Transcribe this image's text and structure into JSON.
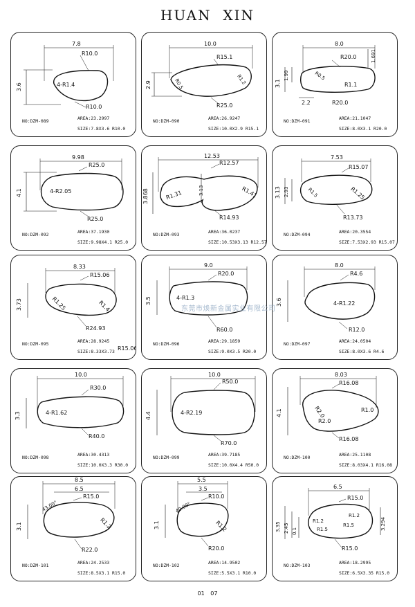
{
  "header": {
    "title": "HUAN  XIN"
  },
  "watermark": "东莞市焕新金属实业有限公司",
  "footer": {
    "page": "01 07"
  },
  "cards": [
    {
      "no": "NO:DZM-089",
      "area": "AREA:23.2997",
      "size": "SIZE:7.8X3.6 R10.0",
      "dims": [
        "7.8",
        "3.6",
        "R10.0",
        "4-R1.4",
        "R10.0"
      ]
    },
    {
      "no": "NO:DZM-090",
      "area": "AREA:26.9247",
      "size": "SIZE:10.0X2.9  R15.1",
      "dims": [
        "10.0",
        "2.9",
        "R15.1",
        "R0.5",
        "R1.2",
        "R25.0"
      ]
    },
    {
      "no": "NO:DZM-091",
      "area": "AREA:21.1047",
      "size": "SIZE:8.0X3.1   R20.0",
      "dims": [
        "8.0",
        "3.1",
        "1.99",
        "1.691",
        "R20.0",
        "R0.5",
        "R1.1",
        "2.2",
        "R20.0"
      ]
    },
    {
      "no": "NO:DZM-092",
      "area": "AREA:37.1930",
      "size": "SIZE:9.98X4.1  R25.0",
      "dims": [
        "9.98",
        "4.1",
        "R25.0",
        "4-R2.05",
        "R25.0"
      ]
    },
    {
      "no": "NO:DZM-093",
      "area": "AREA:36.0237",
      "size": "SIZE:10.53X3.13 R12.57",
      "dims": [
        "12.53",
        "3.868",
        "3.13",
        "R12.57",
        "R1.31",
        "R1.41",
        "R14.93"
      ]
    },
    {
      "no": "NO:DZM-094",
      "area": "AREA:20.3554",
      "size": "SIZE:7.53X2.93   R15.07",
      "dims": [
        "7.53",
        "3.13",
        "2.93",
        "R15.07",
        "R1.5",
        "R1.25",
        "R13.73"
      ]
    },
    {
      "no": "NO:DZM-095",
      "area": "AREA:28.9245",
      "size": "SIZE:8.33X3.73",
      "extra": "R15.06",
      "dims": [
        "8.33",
        "3.73",
        "R15.06",
        "R1.25",
        "R1.4",
        "R24.93"
      ]
    },
    {
      "no": "NO:DZM-096",
      "area": "AREA:29.1859",
      "size": "SIZE:9.0X3.5  R20.0",
      "dims": [
        "9.0",
        "3.5",
        "R20.0",
        "4-R1.3",
        "R60.0"
      ]
    },
    {
      "no": "NO:DZM-097",
      "area": "AREA:24.0504",
      "size": "SIZE:8.0X3.6  R4.6",
      "dims": [
        "8.0",
        "3.6",
        "R4.6",
        "4-R1.22",
        "R12.0"
      ]
    },
    {
      "no": "NO:DZM-098",
      "area": "AREA:30.4313",
      "size": "SIZE:10.0X3.3   R30.0",
      "dims": [
        "10.0",
        "3.3",
        "R30.0",
        "4-R1.62",
        "R40.0"
      ]
    },
    {
      "no": "NO:DZM-099",
      "area": "AREA:39.7185",
      "size": "SIZE:10.0X4.4  R50.0",
      "dims": [
        "10.0",
        "4.4",
        "R50.0",
        "4-R2.19",
        "R70.0"
      ]
    },
    {
      "no": "NO:DZM-100",
      "area": "AREA:25.1108",
      "size": "SIZE:8.03X4.1 R16.08",
      "dims": [
        "8.03",
        "4.1",
        "R16.08",
        "R2.0",
        "R1.0",
        "R2.0",
        "R16.08"
      ]
    },
    {
      "no": "NO:DZM-101",
      "area": "AREA:24.2533",
      "size": "SIZE:8.5X3.1   R15.0",
      "dims": [
        "8.5",
        "6.5",
        "3.1",
        "R15.0",
        "43.00°",
        "R1.2",
        "R22.0"
      ]
    },
    {
      "no": "NO:DZM-102",
      "area": "AREA:14.9502",
      "size": "SIZE:5.5X3.1  R10.0",
      "dims": [
        "5.5",
        "3.5",
        "3.1",
        "R10.0",
        "40.00°",
        "R1.2",
        "R20.0"
      ]
    },
    {
      "no": "NO:DZM-103",
      "area": "AREA:18.2995",
      "size": "SIZE:6.5X3.35  R15.0",
      "dims": [
        "6.5",
        "3.35",
        "2.45",
        "0.1",
        "3.294",
        "R15.0",
        "R1.2",
        "R1.2",
        "R1.5",
        "R1.5",
        "R15.0"
      ]
    }
  ]
}
